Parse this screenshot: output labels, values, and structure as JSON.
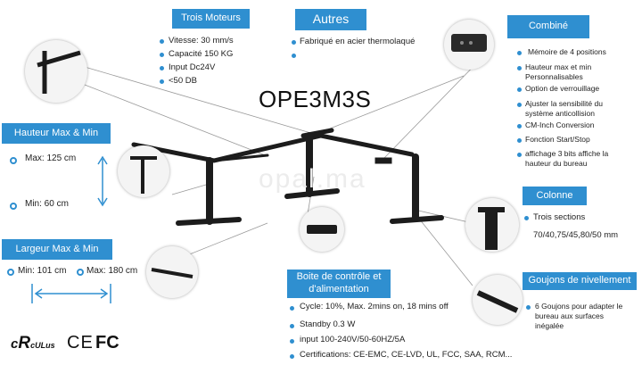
{
  "product_code": "OPE3M3S",
  "watermark": "opal.ma",
  "colors": {
    "accent": "#2f8fd0",
    "frame": "#1c1c1c"
  },
  "trois_moteurs": {
    "title": "Trois Moteurs",
    "items": [
      "Vitesse: 30 mm/s",
      "Capacité 150 KG",
      "Input Dc24V",
      "<50 DB"
    ]
  },
  "autres": {
    "title": "Autres",
    "items": [
      "Fabriqué en acier thermolaqué"
    ]
  },
  "combine": {
    "title": "Combiné",
    "items": [
      {
        "l1": "Mémoire de 4 positions",
        "l2": ""
      },
      {
        "l1": "Hauteur max et min",
        "l2": "Personnalisables"
      },
      {
        "l1": "Option de verrouillage",
        "l2": ""
      },
      {
        "l1": "Ajuster la sensibilité du",
        "l2": "système anticollision"
      },
      {
        "l1": "CM-Inch Conversion",
        "l2": ""
      },
      {
        "l1": "Fonction Start/Stop",
        "l2": ""
      },
      {
        "l1": "affichage 3 bits affiche la",
        "l2": "hauteur du bureau"
      }
    ]
  },
  "hauteur": {
    "title": "Hauteur Max & Min",
    "max": "Max: 125 cm",
    "min": "Min: 60 cm"
  },
  "largeur": {
    "title": "Largeur Max & Min",
    "min": "Min: 101 cm",
    "max": "Max: 180 cm"
  },
  "colonne": {
    "title": "Colonne",
    "items": [
      "Trois sections",
      "70/40,75/45,80/50 mm"
    ]
  },
  "boite": {
    "title": "Boite de contrôle et d'alimentation",
    "items": [
      "Cycle: 10%, Max. 2mins on, 18 mins off",
      "Standby 0.3 W",
      "input 100-240V/50-60HZ/5A",
      "Certifications: CE-EMC, CE-LVD, UL, FCC, SAA, RCM..."
    ]
  },
  "goujons": {
    "title": "Goujons de nivellement",
    "l1": "6 Goujons pour adapter le",
    "l2": "bureau aux surfaces",
    "l3": "inégalée"
  },
  "certification_logos": [
    "cULus",
    "CE",
    "FC"
  ]
}
